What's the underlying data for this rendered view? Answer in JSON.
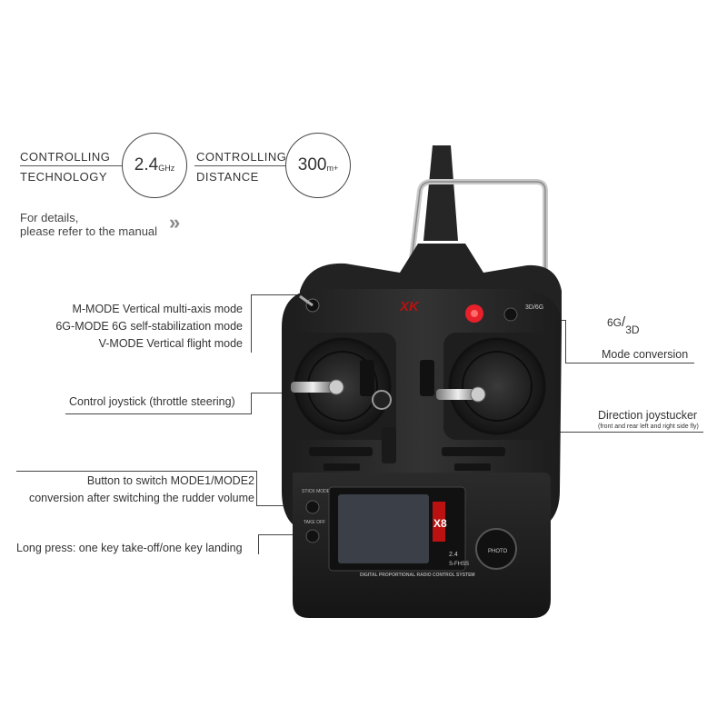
{
  "specs": {
    "tech_label_line1": "CONTROLLING",
    "tech_label_line2": "TECHNOLOGY",
    "tech_value": "2.4",
    "tech_unit": "GHz",
    "dist_label_line1": "CONTROLLING",
    "dist_label_line2": "DISTANCE",
    "dist_value": "300",
    "dist_unit": "m+"
  },
  "note": {
    "line1": "For details,",
    "line2": "please refer to the manual",
    "chevron": "»"
  },
  "callouts": {
    "mode_line1": "M-MODE  Vertical multi-axis mode",
    "mode_line2": "6G-MODE  6G self-stabilization mode",
    "mode_line3": "V-MODE  Vertical flight mode",
    "joystick_left": "Control joystick (throttle steering)",
    "mode_switch_line1": "Button to switch MODE1/MODE2",
    "mode_switch_line2": "conversion after switching the rudder volume",
    "long_press": "Long press: one key take-off/one key landing",
    "conv_6g": "6G",
    "conv_3d": "3D",
    "conv_slash": "/",
    "conv_label": "Mode conversion",
    "joystick_right": "Direction joystucker",
    "joystick_right_sub": "(front and rear left and right side fly)"
  },
  "device": {
    "logo": "XK",
    "switch_label": "3D/6G",
    "stick_mode_label": "STICK MODE",
    "take_off_label": "TAKE OFF",
    "photo_label": "PHOTO",
    "screen_brand": "X8",
    "band_label": "2.4",
    "fhss_label": "S-FHSS",
    "system_label": "DIGITAL PROPORTIONAL RADIO CONTROL SYSTEM"
  },
  "colors": {
    "body": "#2a2a2a",
    "body_dark": "#1b1b1b",
    "accent_red": "#e8202a",
    "screen": "#3a3f48"
  }
}
